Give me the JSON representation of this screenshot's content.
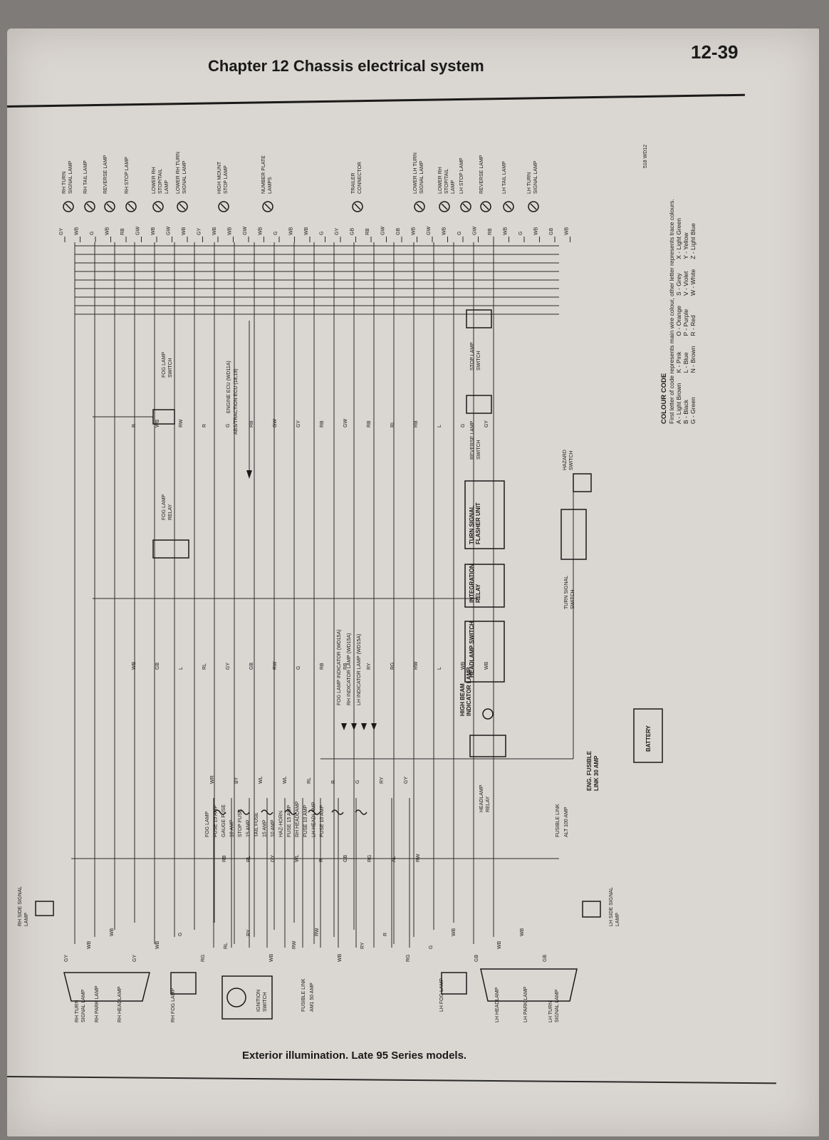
{
  "header": {
    "title": "Chapter 12   Chassis electrical system",
    "page_number": "12-39"
  },
  "caption": "Exterior illumination. Late 95 Series models.",
  "drawing_ref": "518 WD12",
  "colour_code": {
    "title": "COLOUR CODE",
    "description": "First letter of code represents main wire colour, other letter represents trace colours.",
    "entries": [
      [
        "A - Light Brown",
        "K - Pink",
        "O - Orange",
        "S - Grey",
        "X - Light Green"
      ],
      [
        "B - Black",
        "L - Blue",
        "P - Purple",
        "V - Violet",
        "Y - Yellow"
      ],
      [
        "G - Green",
        "N - Brown",
        "R - Red",
        "W - White",
        "Z - Light Blue"
      ]
    ]
  },
  "components": {
    "right_lamps": [
      "RH TURN SIGNAL LAMP",
      "RH TAIL LAMP",
      "REVERSE LAMP",
      "RH STOP LAMP",
      "LOWER RH STOP/TAIL LAMP",
      "LOWER RH TURN SIGNAL LAMP",
      "HIGH MOUNT STOP LAMP",
      "NUMBER PLATE LAMPS",
      "TRAILER CONNECTOR",
      "LOWER LH TURN SIGNAL LAMP",
      "LOWER RH STOP/TAIL LAMP",
      "LH STOP LAMP",
      "REVERSE LAMP",
      "LH TAIL LAMP",
      "LH TURN SIGNAL LAMP"
    ],
    "left_front": [
      "RH TURN SIGNAL LAMP",
      "RH PARK LAMP",
      "RH HEADLAMP",
      "RH FOG LAMP",
      "IGNITION SWITCH",
      "FUSIBLE LINK",
      "AM1 50 AMP",
      "LH FOG LAMP",
      "LH HEADLAMP",
      "LH PARK LAMP",
      "LH TURN SIGNAL LAMP"
    ],
    "side_lamps": [
      "RH SIDE SIGNAL LAMP",
      "LH SIDE SIGNAL LAMP"
    ],
    "fuses": [
      "FOG LAMP",
      "FUSE 15 AMP",
      "GAUGE FUSE",
      "10 AMP",
      "STOP FUSE",
      "15 AMP",
      "TAIL FUSE",
      "15 AMP",
      "10 AMP",
      "HAZ-HORN",
      "FUSE 15 AMP",
      "RH HEADLAMP",
      "FUSE 10 AMP",
      "LH HEADLAMP",
      "FUSE 10 AMP"
    ],
    "center": [
      "FOG LAMP SWITCH",
      "FOG LAMP RELAY",
      "ENGINE ECU (WD11A)",
      "ABS/TRACTION ECU (18,19)",
      "FOG LAMP INDICATOR (WD15A)",
      "RH INDICATOR LAMP (WD15A)",
      "LH INDICATOR LAMP (WD15A)",
      "STOP LAMP SWITCH",
      "REVERSE LAMP SWITCH",
      "TURN SIGNAL FLASHER UNIT",
      "INTEGRATION RELAY",
      "HEADLAMP SWITCH",
      "HIGH BEAM INDICATOR LAMP",
      "HEADLAMP RELAY",
      "HAZARD SWITCH",
      "TURN SIGNAL SWITCH",
      "FUSIBLE LINK",
      "ALT 100 AMP",
      "ENG. FUSIBLE",
      "LINK 30 AMP",
      "BATTERY"
    ]
  },
  "wire_labels": {
    "right_terminals": [
      "GY",
      "WB",
      "G",
      "WB",
      "RB",
      "GW",
      "WB",
      "GW",
      "WB",
      "GY",
      "WB",
      "WB",
      "GW",
      "WB",
      "G",
      "WB",
      "WB",
      "G",
      "GY",
      "GB",
      "RB",
      "GW",
      "GB",
      "WB",
      "GW",
      "WB",
      "G",
      "GW",
      "RB",
      "WB",
      "G",
      "WB",
      "GB",
      "WB"
    ],
    "switch_labels": [
      "R",
      "WB",
      "RW",
      "R",
      "G",
      "RB",
      "GW",
      "GY",
      "RB",
      "GW",
      "RB",
      "RL",
      "RB",
      "L",
      "G",
      "GY",
      "WB",
      "GB",
      "L",
      "RL",
      "GY",
      "GB",
      "RW",
      "G",
      "RB",
      "RB",
      "RY",
      "RG",
      "RW",
      "L",
      "WB",
      "WB"
    ],
    "left_terminals": [
      "GY",
      "WB",
      "WB",
      "GY",
      "WB",
      "G",
      "RG",
      "RL",
      "RY",
      "WB",
      "RW",
      "RW",
      "WB",
      "RY",
      "R",
      "RG",
      "G",
      "WB",
      "GB",
      "WB",
      "WB",
      "GB"
    ],
    "fuse_wires": [
      "WR",
      "RB",
      "BY",
      "RL",
      "WL",
      "GY",
      "WL",
      "WL",
      "RL",
      "R",
      "R",
      "GB",
      "G",
      "RG",
      "RY",
      "AL",
      "GY",
      "RW"
    ]
  }
}
